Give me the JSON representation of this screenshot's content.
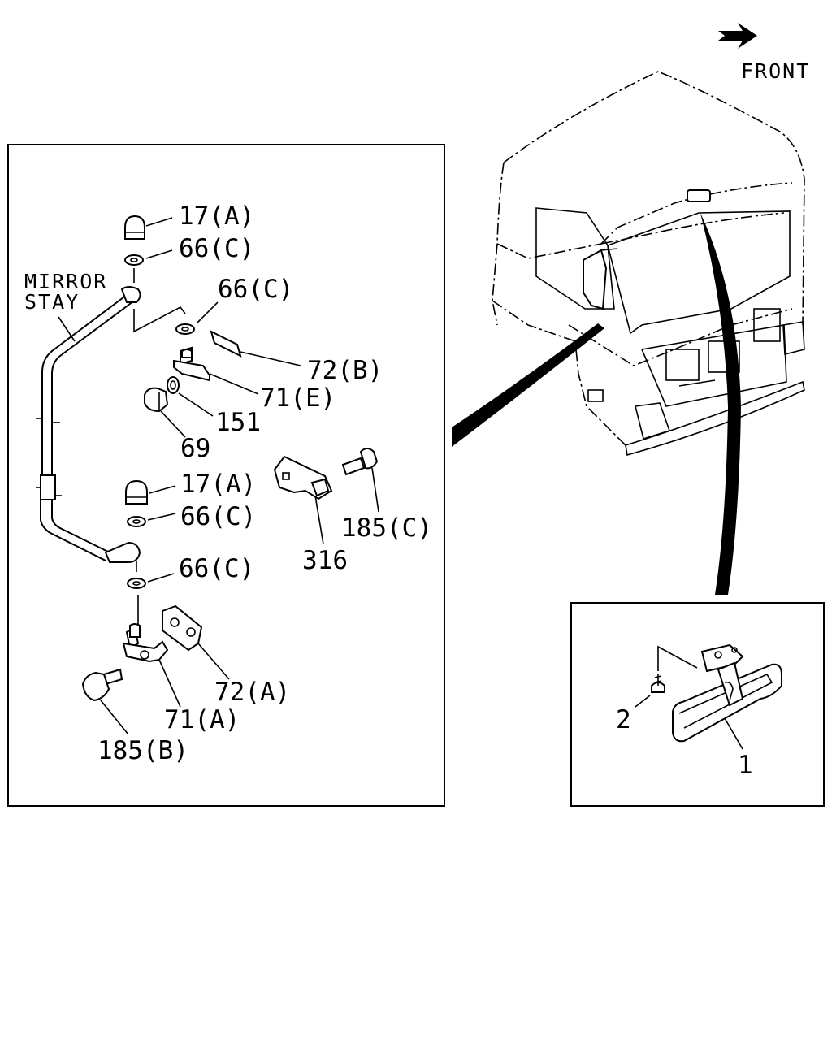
{
  "header": {
    "direction_label": "FRONT"
  },
  "detail_left": {
    "stay_label_line1": "MIRROR",
    "stay_label_line2": "STAY",
    "callouts": {
      "c17a_top": "17(A)",
      "c66c_1": "66(C)",
      "c66c_2": "66(C)",
      "c72b": "72(B)",
      "c71e": "71(E)",
      "c151": "151",
      "c69": "69",
      "c17a_mid": "17(A)",
      "c66c_3": "66(C)",
      "c66c_4": "66(C)",
      "c185c": "185(C)",
      "c316": "316",
      "c72a": "72(A)",
      "c71a": "71(A)",
      "c185b": "185(B)"
    }
  },
  "detail_right": {
    "callouts": {
      "c2": "2",
      "c1": "1"
    }
  }
}
